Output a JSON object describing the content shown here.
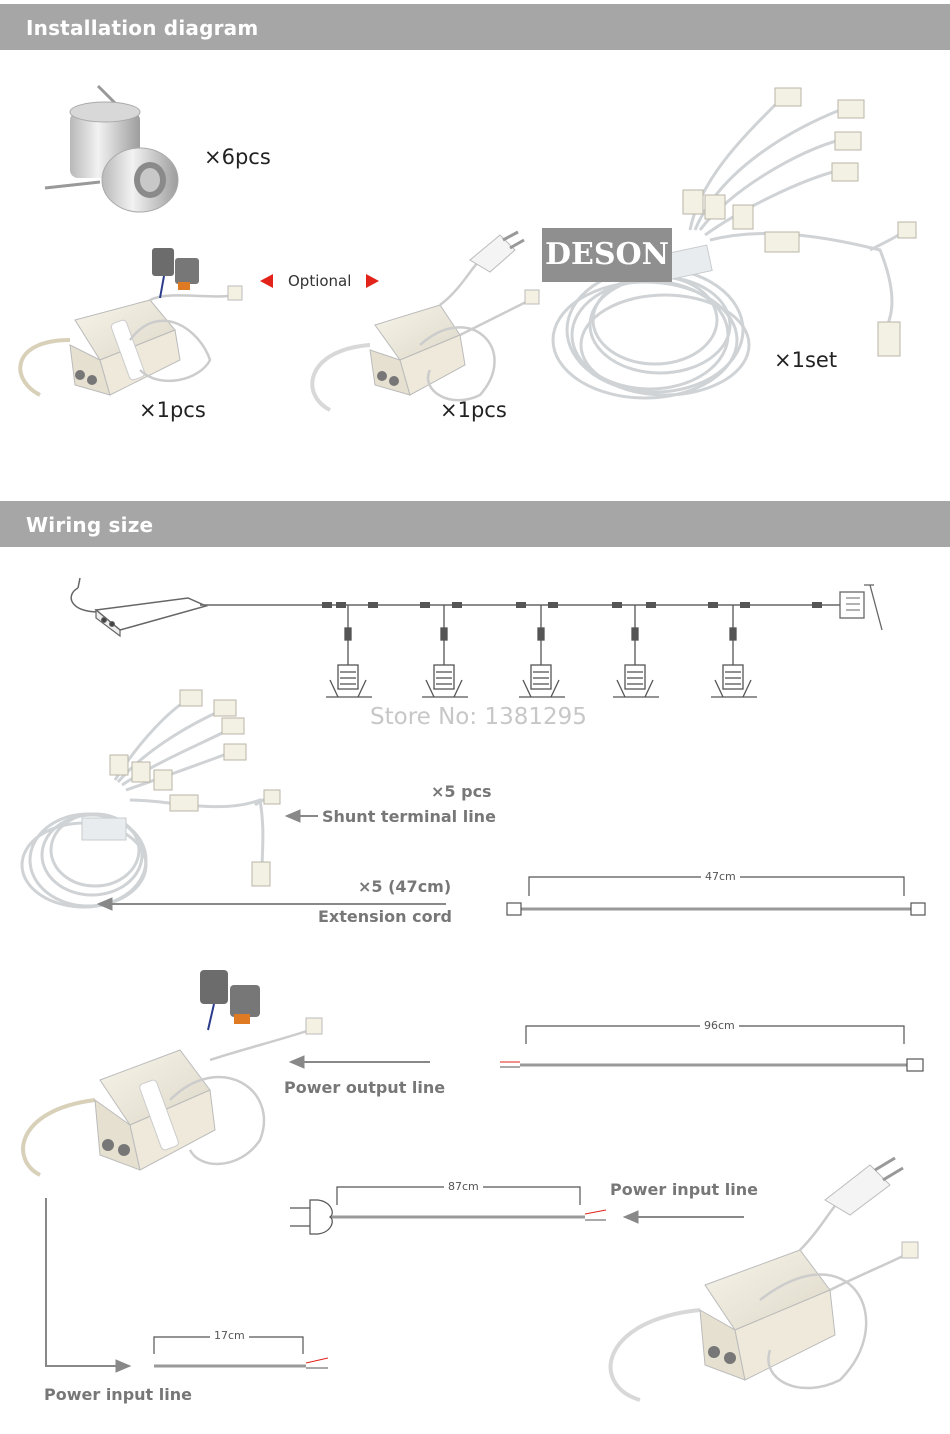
{
  "sections": {
    "installation": "Installation diagram",
    "wiring": "Wiring size"
  },
  "installation": {
    "spotlight_qty": "×6pcs",
    "driver_qty": "×1pcs",
    "optional_label": "Optional",
    "plug_driver_qty": "×1pcs",
    "cable_set_qty": "×1set",
    "brand": "DESON"
  },
  "wiring": {
    "store": "Store No: 1381295",
    "shunt_qty": "×5 pcs",
    "shunt_label": "Shunt terminal line",
    "extension_qty": "×5 (47cm)",
    "extension_label": "Extension cord",
    "dim_47": "47cm",
    "dim_96": "96cm",
    "dim_87": "87cm",
    "dim_17": "17cm",
    "power_output_label": "Power output line",
    "power_input_label_right": "Power input line",
    "power_input_label_left": "Power input line"
  },
  "colors": {
    "section_bar": "#a6a6a6",
    "arrow_red": "#e2231a",
    "wire": "#9a9a9a",
    "label_gray": "#777777"
  }
}
